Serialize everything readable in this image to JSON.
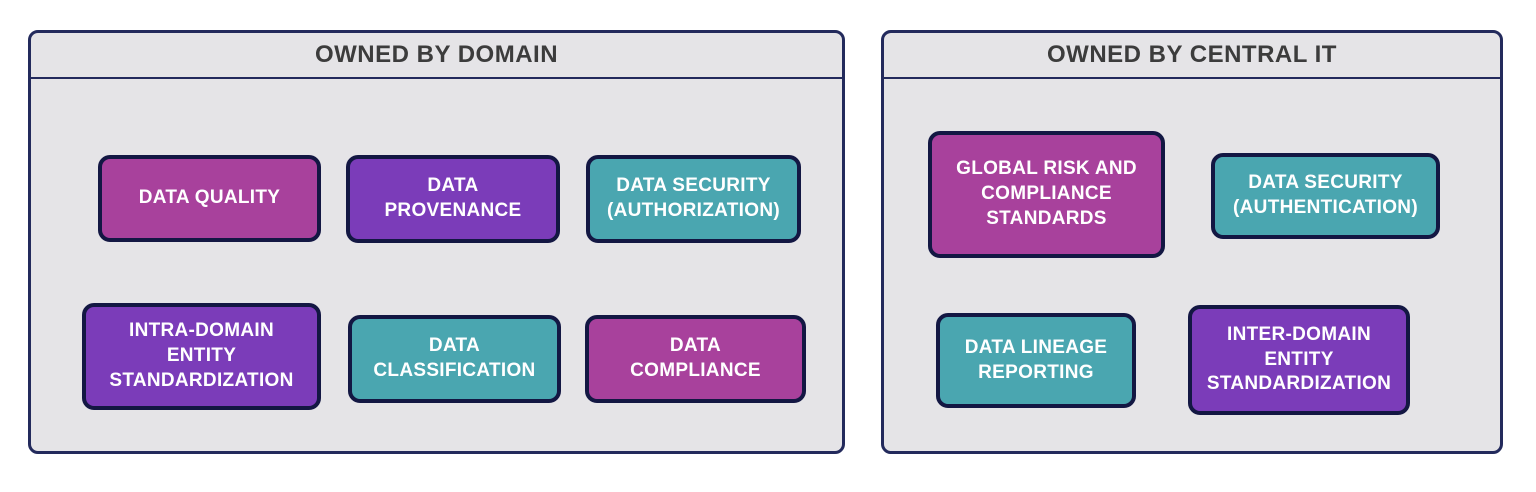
{
  "colors": {
    "magenta": "#a8419c",
    "purple": "#7b3cb9",
    "teal": "#4aa6b0",
    "box_border": "#131743",
    "box_text": "#ffffff",
    "panel_background": "#e5e4e7",
    "panel_border": "#232a5c",
    "title_text": "#3c3c3c",
    "page_background": "#ffffff"
  },
  "panels": [
    {
      "title": "OWNED BY DOMAIN",
      "boxes": [
        {
          "label": [
            "DATA QUALITY"
          ],
          "color": "#a8419c",
          "color_name": "magenta"
        },
        {
          "label": [
            "DATA",
            "PROVENANCE"
          ],
          "color": "#7b3cb9",
          "color_name": "purple"
        },
        {
          "label": [
            "DATA SECURITY",
            "(AUTHORIZATION)"
          ],
          "color": "#4aa6b0",
          "color_name": "teal"
        },
        {
          "label": [
            "INTRA-DOMAIN",
            "ENTITY",
            "STANDARDIZATION"
          ],
          "color": "#7b3cb9",
          "color_name": "purple"
        },
        {
          "label": [
            "DATA",
            "CLASSIFICATION"
          ],
          "color": "#4aa6b0",
          "color_name": "teal"
        },
        {
          "label": [
            "DATA",
            "COMPLIANCE"
          ],
          "color": "#a8419c",
          "color_name": "magenta"
        }
      ]
    },
    {
      "title": "OWNED BY CENTRAL IT",
      "boxes": [
        {
          "label": [
            "GLOBAL RISK AND",
            "COMPLIANCE",
            "STANDARDS"
          ],
          "color": "#a8419c",
          "color_name": "magenta"
        },
        {
          "label": [
            "DATA SECURITY",
            "(AUTHENTICATION)"
          ],
          "color": "#4aa6b0",
          "color_name": "teal"
        },
        {
          "label": [
            "DATA LINEAGE",
            "REPORTING"
          ],
          "color": "#4aa6b0",
          "color_name": "teal"
        },
        {
          "label": [
            "INTER-DOMAIN",
            "ENTITY",
            "STANDARDIZATION"
          ],
          "color": "#7b3cb9",
          "color_name": "purple"
        }
      ]
    }
  ]
}
